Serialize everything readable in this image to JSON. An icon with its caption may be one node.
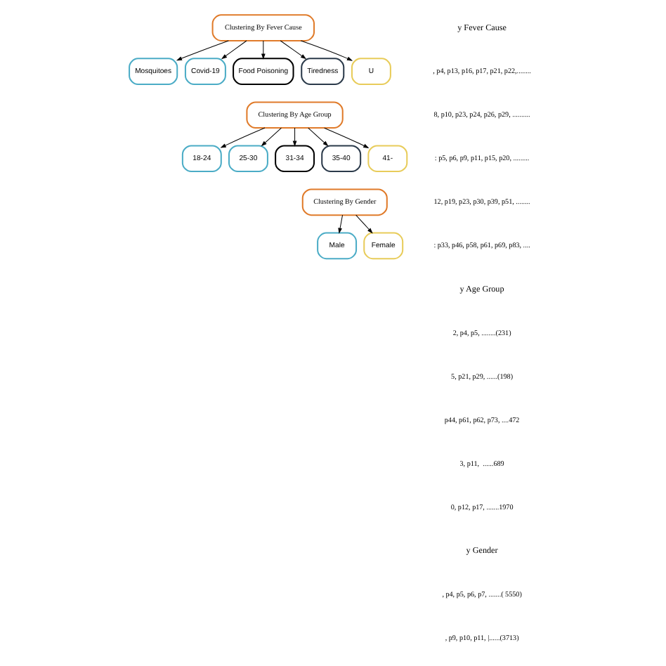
{
  "diagram": {
    "nodes": [
      {
        "text": [
          "Clustering By Fever Cause"
        ]
      },
      {
        "text": [
          "Mosquitoes"
        ]
      },
      {
        "text": [
          "Covid-19"
        ]
      },
      {
        "text": [
          "Food Poisoning"
        ]
      },
      {
        "text": [
          "Tiredness"
        ]
      },
      {
        "text": [
          "U"
        ]
      },
      {
        "text": [
          "Clustering By Age Group"
        ]
      },
      {
        "text": [
          "18-24"
        ]
      },
      {
        "text": [
          "25-30"
        ]
      },
      {
        "text": [
          "31-34"
        ]
      },
      {
        "text": [
          "35-40"
        ]
      },
      {
        "text": [
          "41-"
        ]
      },
      {
        "text": [
          "Clustering By Gender"
        ]
      },
      {
        "text": [
          "Male"
        ]
      },
      {
        "text": [
          "Female"
        ]
      }
    ],
    "edges": [
      {
        "from": 0,
        "to": 1,
        "arrow": "to"
      },
      {
        "from": 0,
        "to": 2,
        "arrow": "to"
      },
      {
        "from": 0,
        "to": 3,
        "arrow": "to"
      },
      {
        "from": 0,
        "to": 4,
        "arrow": "to"
      },
      {
        "from": 0,
        "to": 5,
        "arrow": "to"
      },
      {
        "from": 6,
        "to": 7,
        "arrow": "to"
      },
      {
        "from": 6,
        "to": 8,
        "arrow": "to"
      },
      {
        "from": 6,
        "to": 9,
        "arrow": "to"
      },
      {
        "from": 6,
        "to": 10,
        "arrow": "to"
      },
      {
        "from": 6,
        "to": 11,
        "arrow": "to"
      },
      {
        "from": 12,
        "to": 13,
        "arrow": "to"
      },
      {
        "from": 12,
        "to": 14,
        "arrow": "to"
      }
    ],
    "labels": [
      "y Fever Cause",
      ", p4, p13, p16, p17, p21, p22,........",
      "8, p10, p23, p24, p26, p29, ..........",
      ": p5, p6, p9, p11, p15, p20, .........",
      "12, p19, p23, p30, p39, p51, ........",
      ": p33, p46, p58, p61, p69, p83, ....",
      "y Age Group",
      "2, p4, p5, ........(231)",
      "5, p21, p29, ......(198)",
      "p44, p61, p62, p73, ....472",
      "3, p11,  ......689",
      "0, p12, p17, .......1970",
      "y Gender",
      ", p4, p5, p6, p7, .......( 5550)",
      ", p9, p10, p11, |......(3713)"
    ]
  }
}
